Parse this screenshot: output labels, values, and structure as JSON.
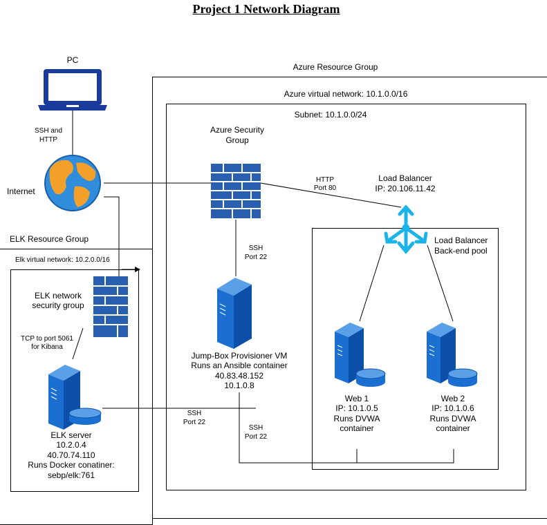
{
  "title": "Project 1 Network Diagram",
  "pc": {
    "label": "PC",
    "link_label": [
      "SSH and",
      "HTTP"
    ]
  },
  "internet": {
    "label": "Internet"
  },
  "azure": {
    "resource_group": "Azure Resource Group",
    "vnet": "Azure virtual network: 10.1.0.0/16",
    "subnet": "Subnet: 10.1.0.0/24",
    "nsg": [
      "Azure Security",
      "Group"
    ],
    "http_label": [
      "HTTP",
      "Port 80"
    ],
    "ssh_label": [
      "SSH",
      "Port 22"
    ],
    "lb": [
      "Load Balancer",
      "IP: 20.106.11.42"
    ],
    "lb_pool": [
      "Load Balancer",
      "Back-end pool"
    ],
    "jumpbox": [
      "Jump-Box Provisioner VM",
      "Runs an Ansible container",
      "40.83.48.152",
      "10.1.0.8"
    ],
    "web1": [
      "Web 1",
      "IP: 10.1.0.5",
      "Runs DVWA",
      "container"
    ],
    "web2": [
      "Web 2",
      "IP: 10.1.0.6",
      "Runs DVWA",
      "container"
    ],
    "ssh_bottom": [
      "SSH",
      "Port 22"
    ]
  },
  "elk": {
    "resource_group": "ELK Resource Group",
    "vnet": "Elk virtual network: 10.2.0.0/16",
    "nsg": [
      "ELK network",
      "security group"
    ],
    "tcp_label": [
      "TCP to port 5061",
      "for Kibana"
    ],
    "server": [
      "ELK server",
      "10.2.0.4",
      "40.70.74.110",
      "Runs Docker conatiner:",
      "sebp/elk:761"
    ],
    "ssh_label": [
      "SSH",
      "Port 22"
    ]
  },
  "colors": {
    "server_blue": "#1a6fd0",
    "server_dark": "#0b4fa8",
    "laptop": "#1a3a9c",
    "firewall": "#2a5fb0",
    "lb": "#1ab4e8",
    "globe_blue": "#2f8ddb",
    "globe_orange": "#f2a02a"
  }
}
